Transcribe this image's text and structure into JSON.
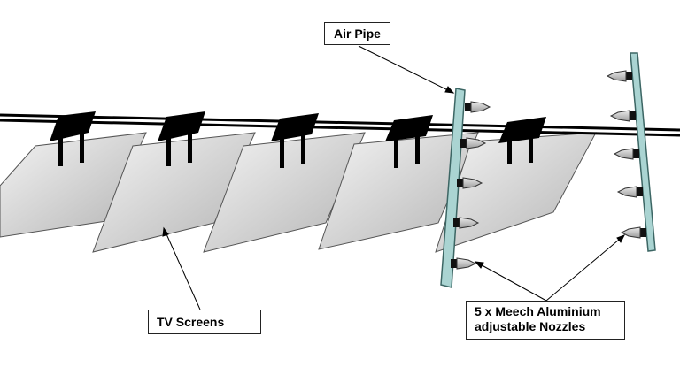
{
  "labels": {
    "air_pipe": "Air Pipe",
    "tv_screens": "TV Screens",
    "nozzles_line1": "5 x Meech Aluminium",
    "nozzles_line2": "adjustable Nozzles"
  },
  "colors": {
    "cable": "#000000",
    "screen_fill": "#d2d2d2",
    "screen_edge": "#555555",
    "pipe_fill": "#aad4d2",
    "pipe_edge": "#3c6664",
    "nozzle_fill": "#c8c8c8",
    "bracket": "#000000"
  },
  "diagram": {
    "screen_count": 5,
    "hanger_count": 5,
    "air_pipe_count": 2,
    "nozzles_per_pipe": 5
  }
}
